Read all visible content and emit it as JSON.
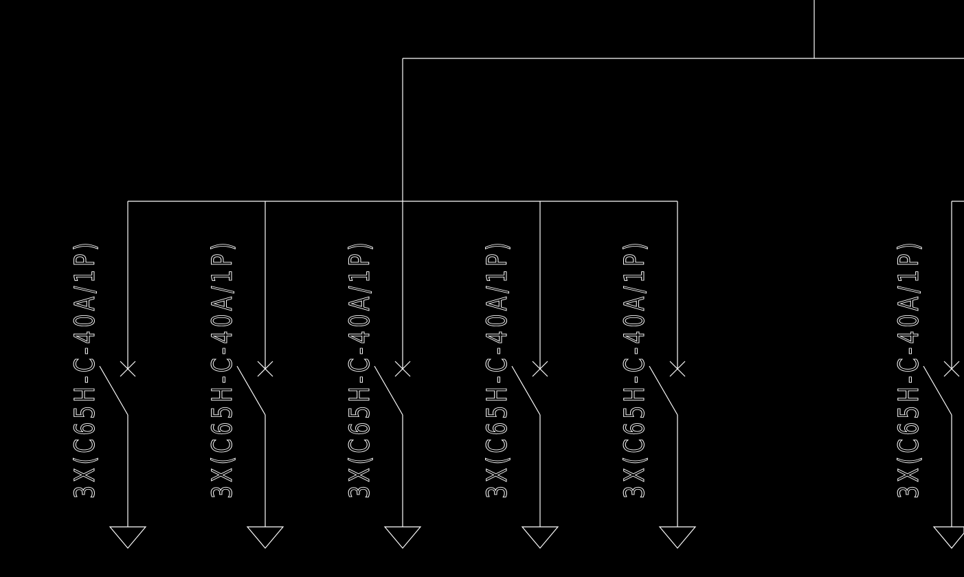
{
  "diagram": {
    "background_color": "#000000",
    "line_color": "#ffffff",
    "circuits": [
      {
        "breaker_label": "3X(C65H-C-40A/1P)"
      },
      {
        "breaker_label": "3X(C65H-C-40A/1P)"
      },
      {
        "breaker_label": "3X(C65H-C-40A/1P)"
      },
      {
        "breaker_label": "3X(C65H-C-40A/1P)"
      },
      {
        "breaker_label": "3X(C65H-C-40A/1P)"
      },
      {
        "breaker_label": "3X(C65H-C-40A/1P)"
      }
    ]
  }
}
